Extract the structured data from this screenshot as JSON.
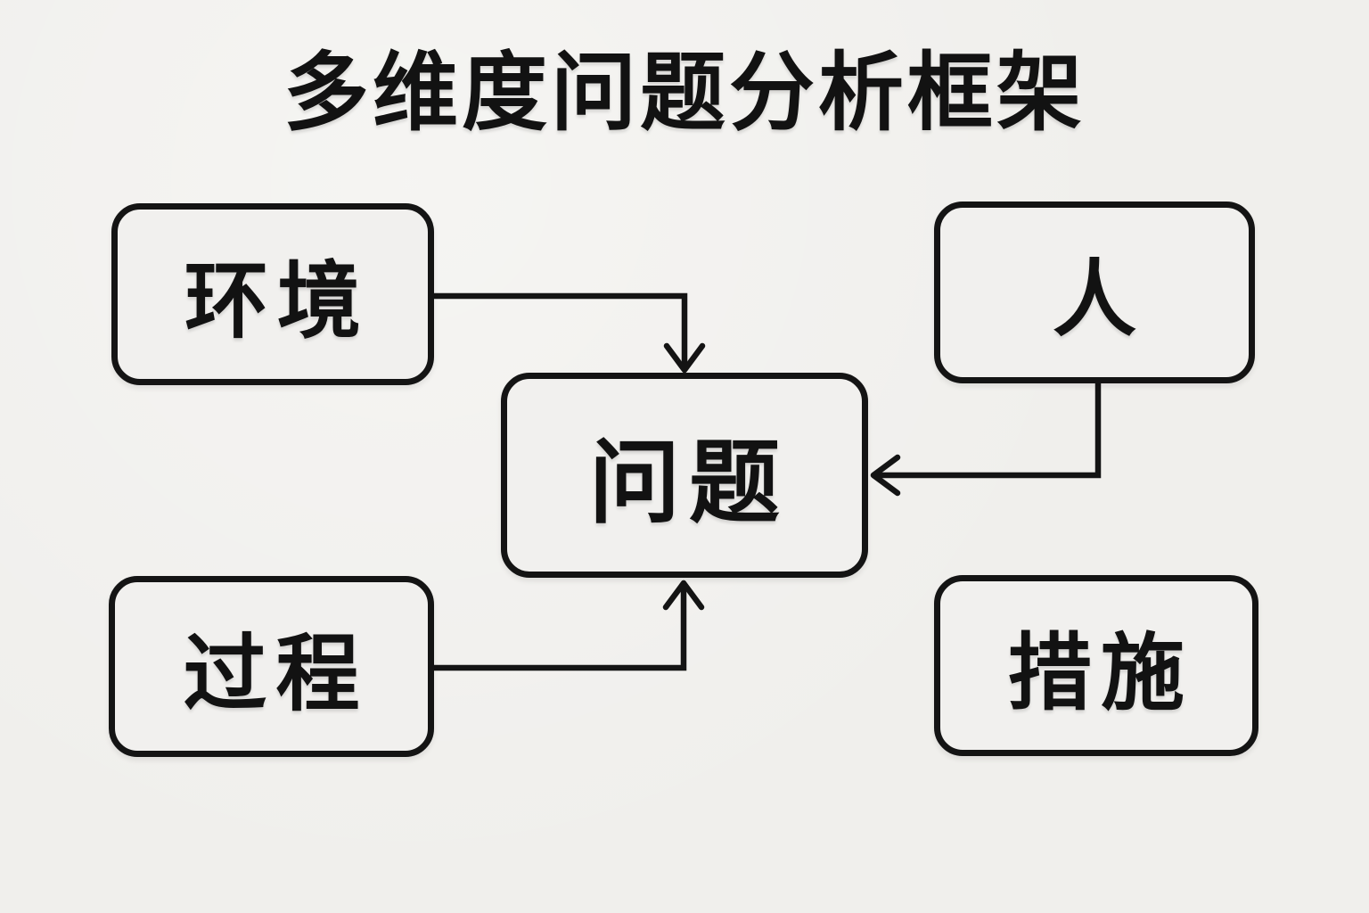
{
  "title": "多维度问题分析框架",
  "diagram": {
    "nodes": [
      {
        "id": "environment",
        "label": "环境"
      },
      {
        "id": "person",
        "label": "人"
      },
      {
        "id": "problem",
        "label": "问题"
      },
      {
        "id": "process",
        "label": "过程"
      },
      {
        "id": "measures",
        "label": "措施"
      }
    ],
    "edges": [
      {
        "from": "环境",
        "to": "问题",
        "enters": "top"
      },
      {
        "from": "人",
        "to": "问题",
        "enters": "right"
      },
      {
        "from": "过程",
        "to": "问题",
        "enters": "bottom"
      }
    ]
  },
  "colors": {
    "background": "#f0efec",
    "box_fill": "#f1f0ee",
    "stroke": "#141414",
    "text": "#121212"
  }
}
